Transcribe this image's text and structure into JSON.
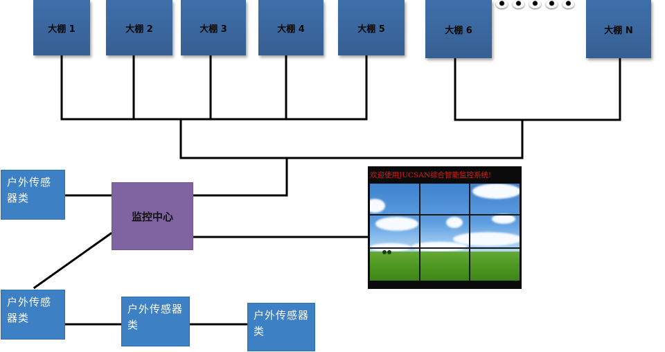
{
  "greenhouses": [
    {
      "label": "大棚 1"
    },
    {
      "label": "大棚 2"
    },
    {
      "label": "大棚 3"
    },
    {
      "label": "大棚 4"
    },
    {
      "label": "大棚 5"
    },
    {
      "label": "大棚 6"
    },
    {
      "label": "大棚 N"
    }
  ],
  "ellipsis_icon": "ellipsis-dots-icon",
  "center": {
    "label": "监控中心"
  },
  "sensors": [
    {
      "label": "户外传感器类"
    },
    {
      "label": "户外传感器类"
    },
    {
      "label": "户外传感器类"
    },
    {
      "label": "户外传感器类"
    }
  ],
  "display": {
    "title": "欢迎使用JUCSAN综合智能监控系统!"
  },
  "colors": {
    "greenhouse": "#3e6fa9",
    "sensor": "#3d80c4",
    "center": "#8064a2",
    "line": "#000000",
    "screen_title": "#e11b12"
  }
}
